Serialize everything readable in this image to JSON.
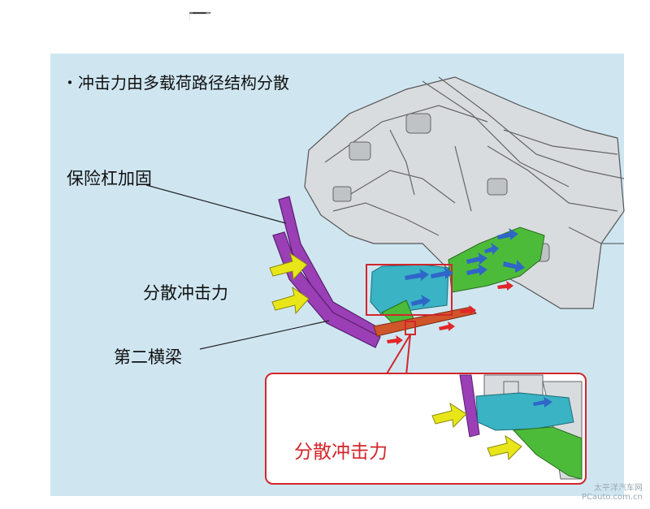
{
  "header": {
    "title": "能量分散路径示意图"
  },
  "bullet": "・冲击力由多载荷路径结构分散",
  "labels": {
    "bumper_reinforcement": "保险杠加固",
    "disperse_force": "分散冲击力",
    "second_crossbeam": "第二横梁",
    "inset_disperse_force": "分散冲击力"
  },
  "watermark": {
    "line1": "太平洋汽车网",
    "line2": "PCauto.com.cn"
  },
  "icons": [
    "car-logo-icon"
  ],
  "colors": {
    "header": "#3f3f41",
    "panel": "#cfe6f1",
    "inset_border": "#d2262b",
    "inset_text": "#d2262b",
    "bumper": "#9a3fb5",
    "rail": "#3ab3c4",
    "green_part": "#4dbb3a",
    "crossbeam": "#d0552a",
    "arrow_yellow": "#e8e619",
    "arrow_blue": "#2f66c8",
    "arrow_red": "#e2262a"
  }
}
